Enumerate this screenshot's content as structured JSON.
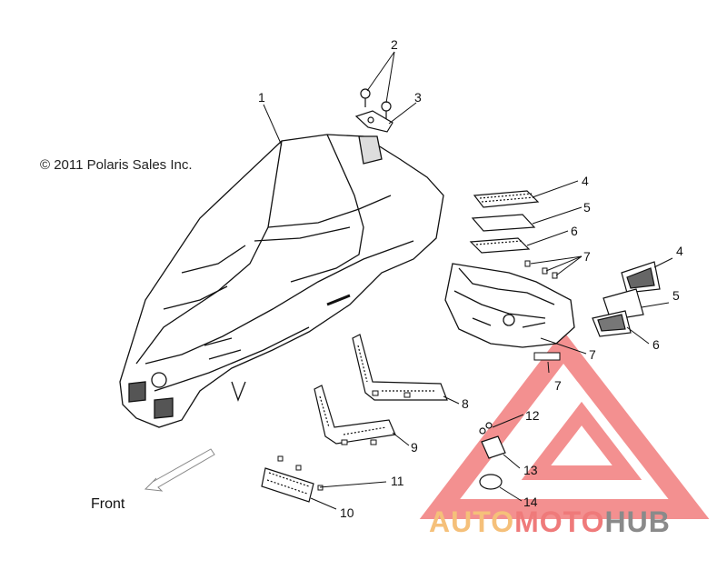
{
  "copyright": "© 2011 Polaris Sales Inc.",
  "front_label": "Front",
  "callouts": [
    "1",
    "2",
    "3",
    "4",
    "5",
    "6",
    "7",
    "7",
    "7",
    "4",
    "5",
    "6",
    "8",
    "9",
    "10",
    "11",
    "12",
    "13",
    "14"
  ],
  "watermark": {
    "part1": "AUTO",
    "part2": "MOTO",
    "part3": "HUB",
    "colors": {
      "auto": "#f5c07a",
      "moto": "#ef7a7a",
      "hub": "#8a8a8a",
      "logo": "#ef6b6b"
    }
  }
}
